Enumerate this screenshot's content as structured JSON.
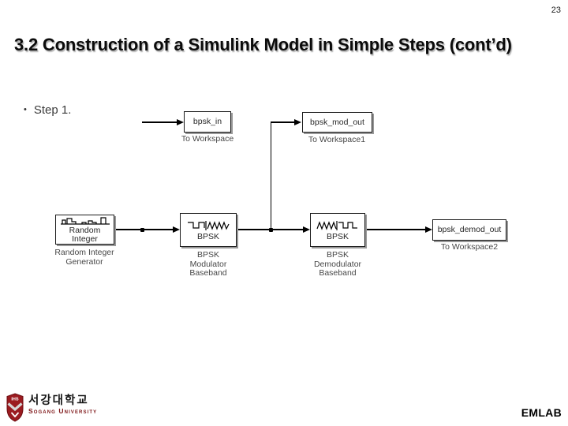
{
  "page": {
    "number": "23"
  },
  "header": {
    "title": "3.2 Construction of a Simulink Model in Simple Steps (cont’d)"
  },
  "content": {
    "bullet_marker": "•",
    "step_label": "Step 1."
  },
  "diagram": {
    "to_workspace": {
      "text": "bpsk_in",
      "label": "To Workspace"
    },
    "to_workspace1": {
      "text": "bpsk_mod_out",
      "label": "To Workspace1"
    },
    "random_integer": {
      "text": "Random\nInteger",
      "label": "Random Integer\nGenerator",
      "icon": "random-integer-stem-waveform-icon"
    },
    "bpsk_modulator": {
      "text": "BPSK",
      "label": "BPSK\nModulator\nBaseband",
      "icon": "square-to-sine-waveform-icon"
    },
    "bpsk_demodulator": {
      "text": "BPSK",
      "label": "BPSK\nDemodulator\nBaseband",
      "icon": "sine-to-square-waveform-icon"
    },
    "to_workspace2": {
      "text": "bpsk_demod_out",
      "label": "To Workspace2"
    }
  },
  "footer": {
    "logo_monogram": "IHS",
    "university_name_korean": "서강대학교",
    "university_name_english": "Sogang University",
    "lab_name": "EMLAB"
  },
  "colors": {
    "background": "#ffffff",
    "diagram_line": "#000000",
    "block_border": "#1b1b1b",
    "block_shadow": "#989898",
    "label_gray": "#474747",
    "logo_red": "#9b1b20",
    "university_text_red": "#7d1416"
  }
}
